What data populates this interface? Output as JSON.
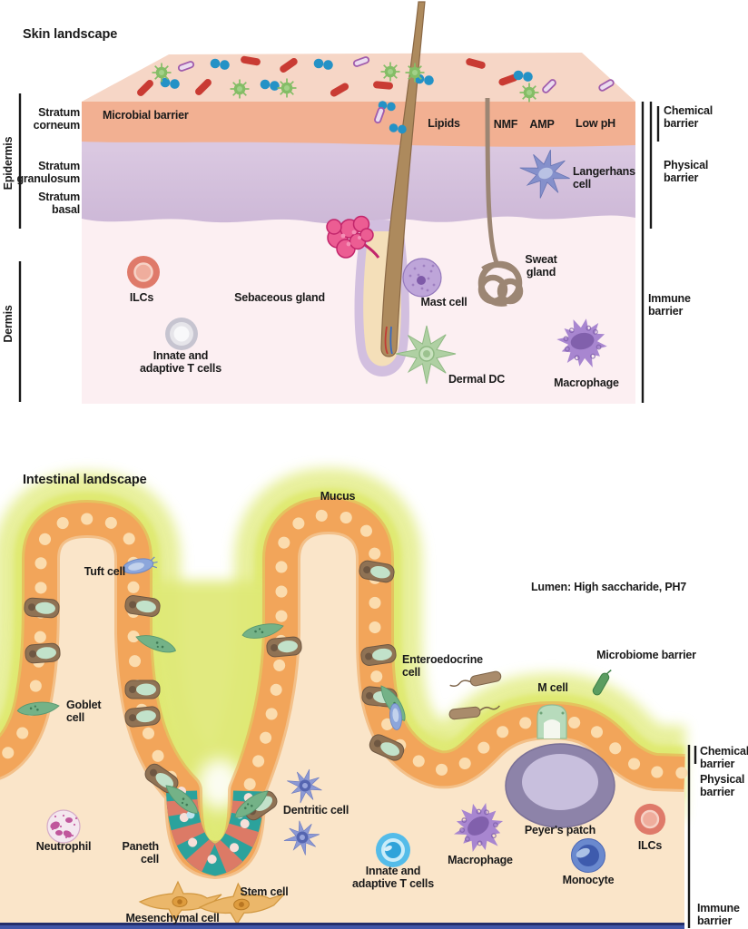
{
  "skin": {
    "title": "Skin landscape",
    "layers": {
      "epidermis": "Epidermis",
      "dermis": "Dermis",
      "stratum_corneum": "Stratum\ncorneum",
      "stratum_granulosum": "Stratum\ngranulosum",
      "stratum_basal": "Stratum\nbasal"
    },
    "surface": {
      "microbial_barrier": "Microbial barrier",
      "lipids": "Lipids",
      "nmf": "NMF",
      "amp": "AMP",
      "low_ph": "Low pH"
    },
    "cells": {
      "langerhans": "Langerhans\ncell",
      "ilcs": "ILCs",
      "innate_t": "Innate and\nadaptive T cells",
      "sebaceous": "Sebaceous gland",
      "mast": "Mast cell",
      "sweat": "Sweat\ngland",
      "dermal_dc": "Dermal DC",
      "macrophage": "Macrophage"
    },
    "barriers": {
      "chemical": "Chemical\nbarrier",
      "physical": "Physical\nbarrier",
      "immune": "Immune\nbarrier"
    }
  },
  "intestine": {
    "title": "Intestinal landscape",
    "surface": {
      "mucus": "Mucus",
      "lumen": "Lumen: High saccharide, PH7",
      "microbiome_barrier": "Microbiome barrier"
    },
    "cells": {
      "tuft": "Tuft cell",
      "goblet": "Goblet\ncell",
      "enteroendocrine": "Enteroedocrine\ncell",
      "m_cell": "M cell",
      "neutrophil": "Neutrophil",
      "paneth": "Paneth\ncell",
      "dendritic": "Dentritic cell",
      "stem": "Stem cell",
      "mesenchymal": "Mesenchymal cell",
      "innate_t": "Innate and\nadaptive T cells",
      "macrophage": "Macrophage",
      "peyers_patch": "Peyer's patch",
      "monocyte": "Monocyte",
      "ilcs": "ILCs"
    },
    "barriers": {
      "chemical": "Chemical\nbarrier",
      "physical": "Physical\nbarrier",
      "immune": "Immune\nbarrier"
    }
  },
  "colors": {
    "skin_top_face": "#F6D6C6",
    "stratum_corneum": "#F2B092",
    "epidermis_purple": "#D6C2DE",
    "dermis_pink": "#FCEFF2",
    "epithelium_orange": "#F2A55A",
    "mucus_green": "#DFE97C",
    "submucosa_beige": "#FAE5C9",
    "peyers_purple": "#8D83A9",
    "crypt_teal": "#2BA29C",
    "crypt_red": "#DC7A66",
    "text": "#1A1A1A"
  }
}
